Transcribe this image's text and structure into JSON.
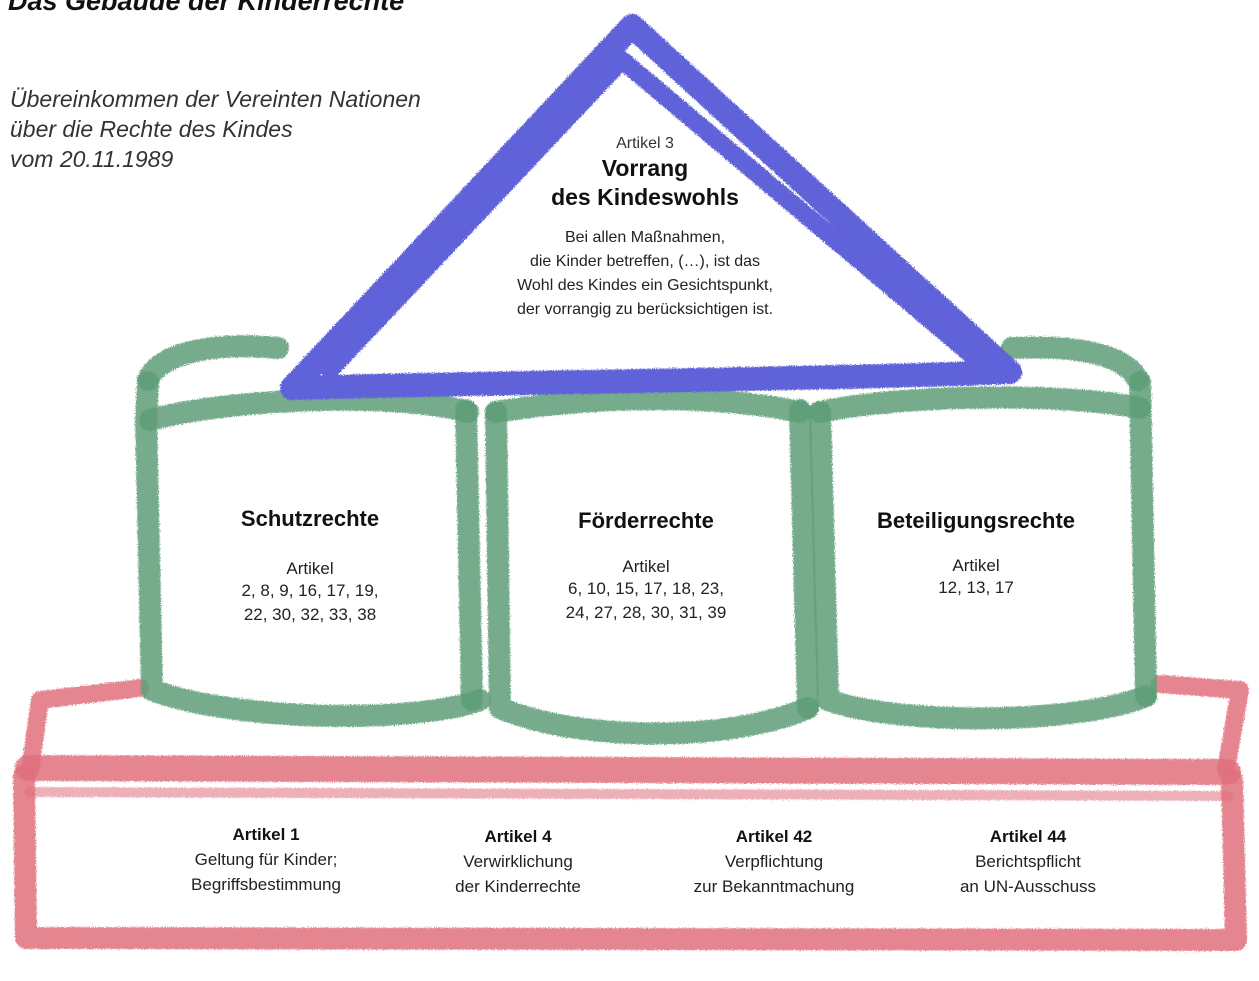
{
  "header": {
    "title": "Das Gebäude der Kinderrechte",
    "subtitle_lines": [
      "Übereinkommen der Vereinten Nationen",
      "über die Rechte des Kindes",
      "vom 20.11.1989"
    ]
  },
  "colors": {
    "roof": "#5f62d8",
    "pillars": "#5e9e78",
    "base": "#e0707c"
  },
  "roof": {
    "article": "Artikel 3",
    "heading_lines": [
      "Vorrang",
      "des Kindeswohls"
    ],
    "body_lines": [
      "Bei allen Maßnahmen,",
      "die Kinder betreffen, (…), ist das",
      "Wohl des Kindes ein Gesichtspunkt,",
      "der vorrangig zu berücksichtigen ist."
    ]
  },
  "pillars": [
    {
      "title": "Schutzrechte",
      "label": "Artikel",
      "article_lines": [
        "2, 8, 9, 16, 17, 19,",
        "22, 30, 32, 33, 38"
      ]
    },
    {
      "title": "Förderrechte",
      "label": "Artikel",
      "article_lines": [
        "6, 10, 15, 17, 18, 23,",
        "24, 27, 28, 30, 31, 39"
      ]
    },
    {
      "title": "Beteiligungsrechte",
      "label": "Artikel",
      "article_lines": [
        "12, 13, 17"
      ]
    }
  ],
  "base": [
    {
      "article": "Artikel 1",
      "desc_lines": [
        "Geltung für Kinder;",
        "Begriffsbestimmung"
      ]
    },
    {
      "article": "Artikel 4",
      "desc_lines": [
        "Verwirklichung",
        "der Kinderrechte"
      ]
    },
    {
      "article": "Artikel 42",
      "desc_lines": [
        "Verpflichtung",
        "zur Bekanntmachung"
      ]
    },
    {
      "article": "Artikel 44",
      "desc_lines": [
        "Berichtspflicht",
        "an UN-Ausschuss"
      ]
    }
  ]
}
